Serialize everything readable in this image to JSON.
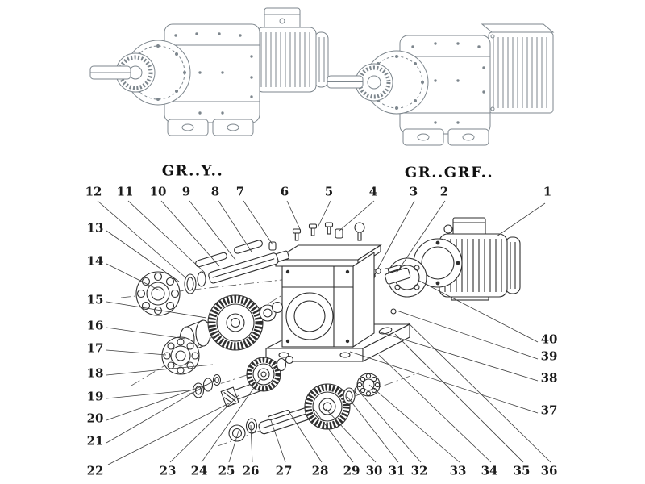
{
  "diagram": {
    "titles": {
      "left": "GR..Y..",
      "right": "GR..GRF.."
    },
    "callouts": {
      "top": [
        "12",
        "11",
        "10",
        "9",
        "8",
        "7",
        "6",
        "5",
        "4",
        "3",
        "2",
        "1"
      ],
      "left": [
        "13",
        "14",
        "15",
        "16",
        "17",
        "18",
        "19",
        "20",
        "21",
        "22"
      ],
      "bottom": [
        "23",
        "24",
        "25",
        "26",
        "27",
        "28",
        "29",
        "30",
        "31",
        "32",
        "33",
        "34",
        "35",
        "36"
      ],
      "right": [
        "40",
        "39",
        "38",
        "37"
      ]
    }
  }
}
